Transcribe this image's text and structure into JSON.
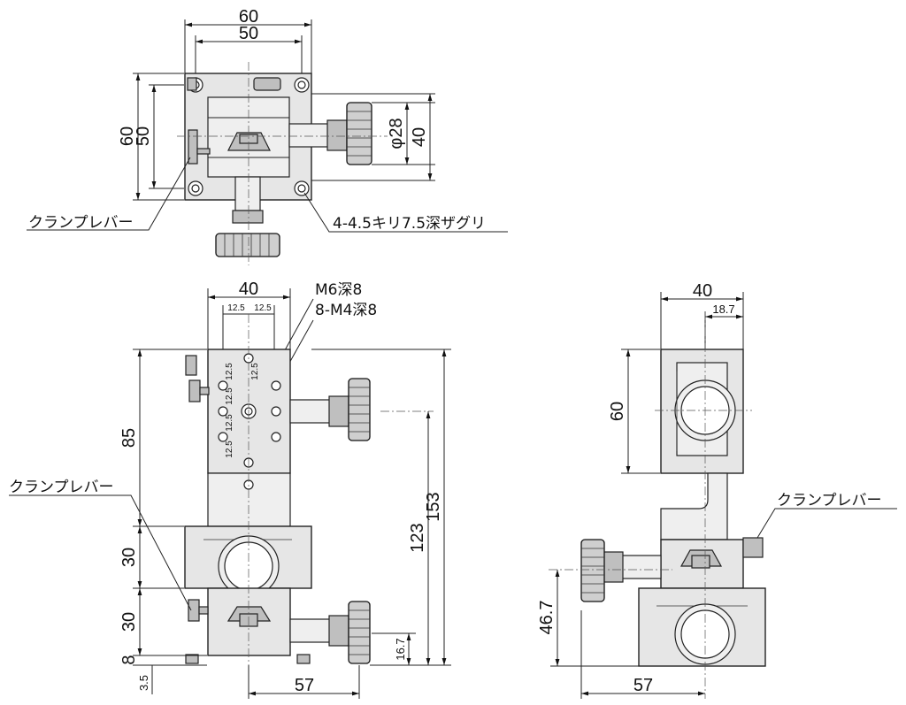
{
  "top_view": {
    "dim_width_outer": "60",
    "dim_width_inner": "50",
    "dim_height_outer": "60",
    "dim_height_inner": "50",
    "dim_knob_dia": "φ28",
    "dim_knob_height": "40",
    "label_clamp": "クランプレバー",
    "label_holes": "4-4.5キリ7.5深ザグリ"
  },
  "front_view": {
    "dim_width": "40",
    "dim_pitch_a": "12.5",
    "dim_pitch_b": "12.5",
    "label_m6": "M6深8",
    "label_m4": "8-M4深8",
    "vpitch": [
      "12.5",
      "12.5",
      "12.5",
      "12.5",
      "12.5"
    ],
    "dim_85": "85",
    "dim_30a": "30",
    "dim_30b": "30",
    "dim_8": "8",
    "dim_3_5": "3.5",
    "dim_153": "153",
    "dim_123": "123",
    "dim_16_7": "16.7",
    "dim_57": "57",
    "label_clamp": "クランプレバー"
  },
  "side_view": {
    "dim_width": "40",
    "dim_18_7": "18.7",
    "dim_60": "60",
    "dim_46_7": "46.7",
    "dim_57": "57",
    "label_clamp": "クランプレバー"
  }
}
